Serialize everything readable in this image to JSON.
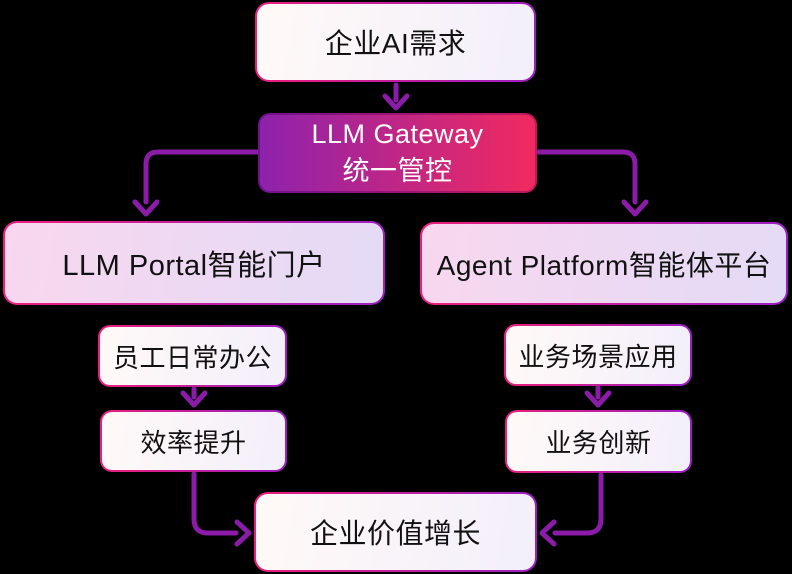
{
  "diagram": {
    "nodes": {
      "demand": {
        "label": "企业AI需求"
      },
      "gateway": {
        "line1": "LLM Gateway",
        "line2": "统一管控"
      },
      "portal": {
        "label": "LLM Portal智能门户"
      },
      "agent": {
        "label": "Agent Platform智能体平台"
      },
      "office": {
        "label": "员工日常办公"
      },
      "efficiency": {
        "label": "效率提升"
      },
      "scenario": {
        "label": "业务场景应用"
      },
      "innovation": {
        "label": "业务创新"
      },
      "value": {
        "label": "企业价值增长"
      }
    },
    "edges": [
      {
        "from": "demand",
        "to": "gateway"
      },
      {
        "from": "gateway",
        "to": "portal"
      },
      {
        "from": "gateway",
        "to": "agent"
      },
      {
        "from": "office",
        "to": "efficiency"
      },
      {
        "from": "scenario",
        "to": "innovation"
      },
      {
        "from": "efficiency",
        "to": "value"
      },
      {
        "from": "innovation",
        "to": "value"
      }
    ],
    "colors": {
      "background": "#000000",
      "arrow": "#8A1CA8",
      "node_text": "#111111",
      "gateway_text": "#FFFFFF",
      "gateway_fill_start": "#8E22AC",
      "gateway_fill_end": "#F12A5F",
      "gateway_border_start": "#70128E",
      "gateway_border_end": "#C2185B",
      "border_start": "#EC1E79",
      "border_end": "#9B1FC1",
      "big_fill_start": "#F8D7EF",
      "big_fill_end": "#E4DBF6",
      "light_fill_start": "#FFF9F7",
      "light_fill_end": "#F3EFFA"
    }
  }
}
